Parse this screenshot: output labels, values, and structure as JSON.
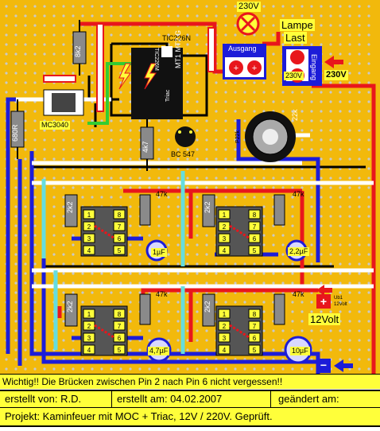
{
  "labels": {
    "lamp_voltage": "230V",
    "lamp_title_1": "Lampe",
    "lamp_title_2": "Last",
    "triac_name": "TIC226N",
    "triac_marking": "TIC226M",
    "triac_pins": "MT1 MT2 G",
    "triac_type": "Triac",
    "output_label": "Ausgang",
    "input_label": "Eingang",
    "input_voltage": "230V",
    "input_voltage_side": "230V",
    "resistor_top": "8k2",
    "resistor_mid": "4k7",
    "resistor_left": "680R",
    "optocoupler": "MC3040",
    "transistor": "BC 547",
    "pot_label": "22k",
    "pot_label_2": "P22k",
    "r_2k2_a": "2k2",
    "r_2k2_b": "2k2",
    "r_2k2_c": "2k2",
    "r_2k2_d": "2k2",
    "r_47k_a": "47k",
    "r_47k_b": "47k",
    "r_47k_c": "47k",
    "r_47k_d": "47k",
    "cap_a": "1µF",
    "cap_b": "2,2µF",
    "cap_c": "4,7µF",
    "cap_d": "10µF",
    "supply": "12Volt",
    "supply_small": "12Volt",
    "supply_plus": "Ub1"
  },
  "footer": {
    "warning": "Wichtig!! Die Brücken zwischen Pin 2 nach Pin 6 nicht vergessen!!",
    "author": "erstellt von: R.D.",
    "created": "erstellt am: 04.02.2007",
    "changed": "geändert am:",
    "project": "Projekt: Kaminfeuer mit MOC + Triac, 12V / 220V.  Geprüft."
  },
  "colors": {
    "board": "#f2b90c",
    "yellow": "#ffff3a",
    "red_wire": "#e8161c",
    "blue_wire": "#1c1cd8",
    "white_wire": "#ffffff",
    "black_wire": "#000000",
    "green_wire": "#33cc33",
    "cyan_wire": "#66dddd",
    "grey_resistor": "#8a8a8a",
    "ic_body": "#555555",
    "hole": "#c9c9c9"
  },
  "icons": [
    "lamp-icon",
    "arrow-left-icon",
    "plus-terminal-icon",
    "minus-terminal-icon",
    "potentiometer-icon",
    "transistor-icon"
  ]
}
